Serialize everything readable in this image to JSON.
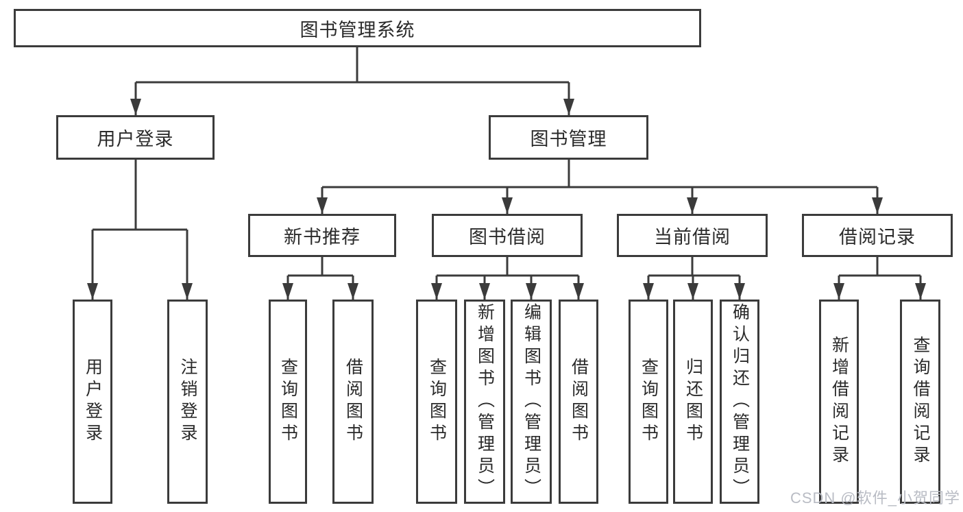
{
  "colors": {
    "line": "#3b3b3b",
    "text": "#2a2a2a",
    "watermark": "#b9bcc4",
    "background": "#ffffff"
  },
  "diagram": {
    "root": {
      "label": "图书管理系统"
    },
    "branches": [
      {
        "label": "用户登录",
        "leaves": [
          {
            "label": "用户登录"
          },
          {
            "label": "注销登录"
          }
        ]
      },
      {
        "label": "图书管理",
        "modules": [
          {
            "label": "新书推荐",
            "leaves": [
              {
                "label": "查询图书"
              },
              {
                "label": "借阅图书"
              }
            ]
          },
          {
            "label": "图书借阅",
            "leaves": [
              {
                "label": "查询图书"
              },
              {
                "label": "新增图书（管理员）"
              },
              {
                "label": "编辑图书（管理员）"
              },
              {
                "label": "借阅图书"
              }
            ]
          },
          {
            "label": "当前借阅",
            "leaves": [
              {
                "label": "查询图书"
              },
              {
                "label": "归还图书"
              },
              {
                "label": "确认归还（管理员）"
              }
            ]
          },
          {
            "label": "借阅记录",
            "leaves": [
              {
                "label": "新增借阅记录"
              },
              {
                "label": "查询借阅记录"
              }
            ]
          }
        ]
      }
    ],
    "watermark": "CSDN @软件_小贺同学"
  }
}
